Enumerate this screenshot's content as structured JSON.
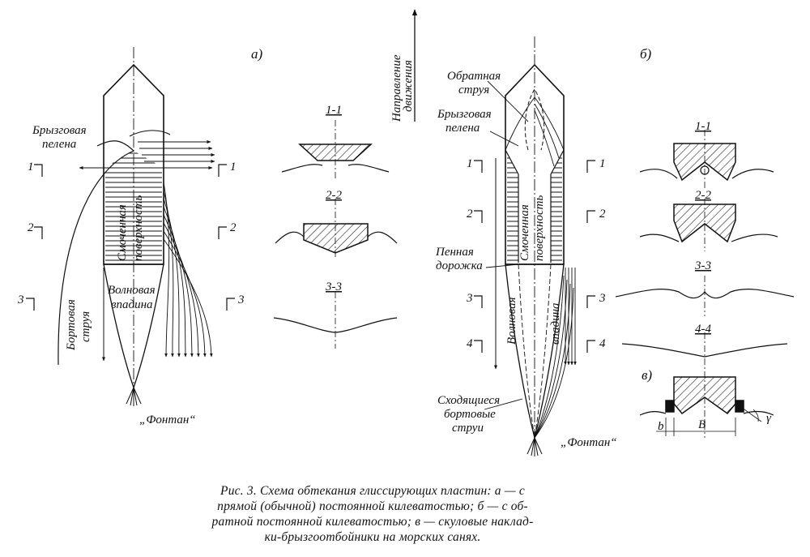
{
  "panels": {
    "a": "а)",
    "b": "б)",
    "v": "в)"
  },
  "direction": [
    "Направление",
    "движения"
  ],
  "panel_a": {
    "spray_sheet": [
      "Брызговая",
      "пелена"
    ],
    "wetted_surface": [
      "Смоченная",
      "поверхность"
    ],
    "wave_trough": [
      "Волновая",
      "впадина"
    ],
    "side_jet": [
      "Бортовая",
      "струя"
    ],
    "fountain": "„Фонтан“",
    "markers": [
      "1",
      "1",
      "2",
      "2",
      "3",
      "3"
    ],
    "sections": [
      "1-1",
      "2-2",
      "3-3"
    ]
  },
  "panel_b": {
    "reverse_jet": [
      "Обратная",
      "струя"
    ],
    "spray_sheet": [
      "Брызговая",
      "пелена"
    ],
    "wetted_surface": [
      "Смоченная",
      "поверхность"
    ],
    "foam_track": [
      "Пенная",
      "дорожка"
    ],
    "wave_trough": [
      "Волновая",
      "впадина"
    ],
    "converging_jets": [
      "Сходящиеся",
      "бортовые",
      "струи"
    ],
    "fountain": "„Фонтан“",
    "markers": [
      "1",
      "1",
      "2",
      "2",
      "3",
      "3",
      "4",
      "4"
    ],
    "sections": [
      "1-1",
      "2-2",
      "3-3",
      "4-4"
    ]
  },
  "panel_v": {
    "b_label": "b",
    "B_label": "B",
    "gamma_label": "γ"
  },
  "caption": {
    "line1": "Рис. 3. Схема обтекания глиссирующих пластин: а — с",
    "line2": "прямой (обычной) постоянной килеватостью; б — с об-",
    "line3": "ратной постоянной килеватостью; в — скуловые наклад-",
    "line4": "ки-брызгоотбойники на морских санях."
  }
}
